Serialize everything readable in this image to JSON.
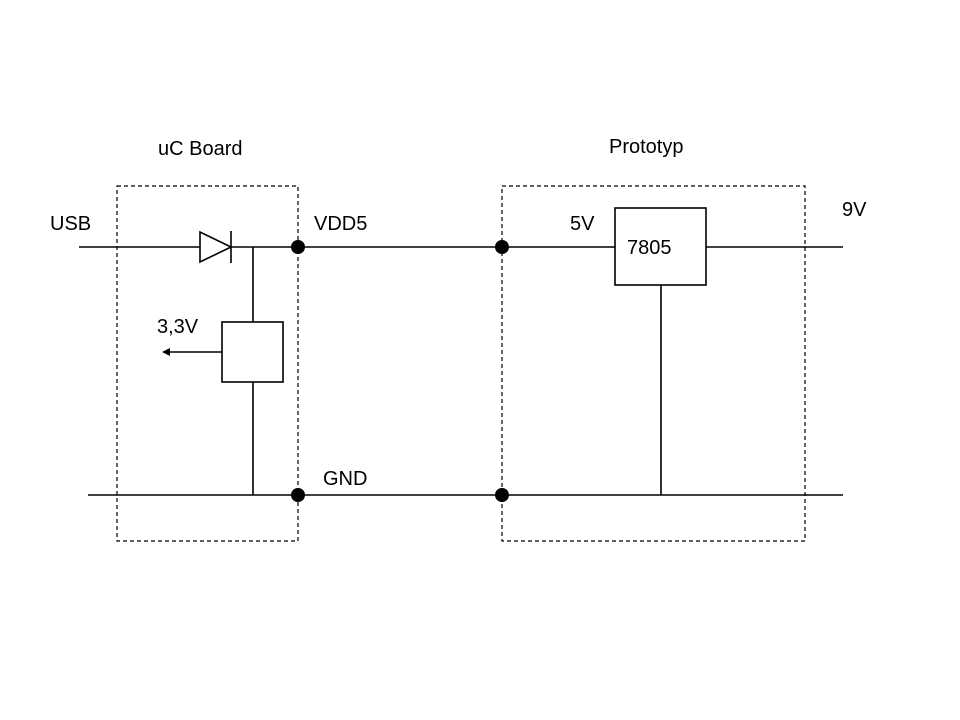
{
  "diagram": {
    "type": "circuit-schematic",
    "blocks": [
      {
        "id": "uc-board",
        "title": "uC Board"
      },
      {
        "id": "prototyp",
        "title": "Prototyp"
      }
    ],
    "nets": {
      "usb": "USB",
      "vdd5": "VDD5",
      "five_v": "5V",
      "nine_v": "9V",
      "three_three_v": "3,3V",
      "gnd": "GND"
    },
    "components": {
      "diode": {
        "kind": "diode",
        "from": "USB",
        "to": "VDD5"
      },
      "reg_3v3": {
        "kind": "voltage-regulator",
        "output": "3,3V"
      },
      "reg_7805": {
        "kind": "voltage-regulator",
        "label": "7805",
        "input": "9V",
        "output": "5V"
      }
    },
    "connections": [
      {
        "from": "USB",
        "to": "diode"
      },
      {
        "from": "diode",
        "to": "VDD5"
      },
      {
        "from": "VDD5",
        "to": "5V"
      },
      {
        "from": "5V",
        "to": "7805"
      },
      {
        "from": "7805",
        "to": "9V"
      },
      {
        "from": "VDD5",
        "to": "reg_3v3"
      },
      {
        "from": "reg_3v3",
        "to": "GND"
      },
      {
        "from": "7805",
        "to": "GND"
      }
    ],
    "colors": {
      "line": "#000000",
      "background": "#ffffff"
    }
  }
}
